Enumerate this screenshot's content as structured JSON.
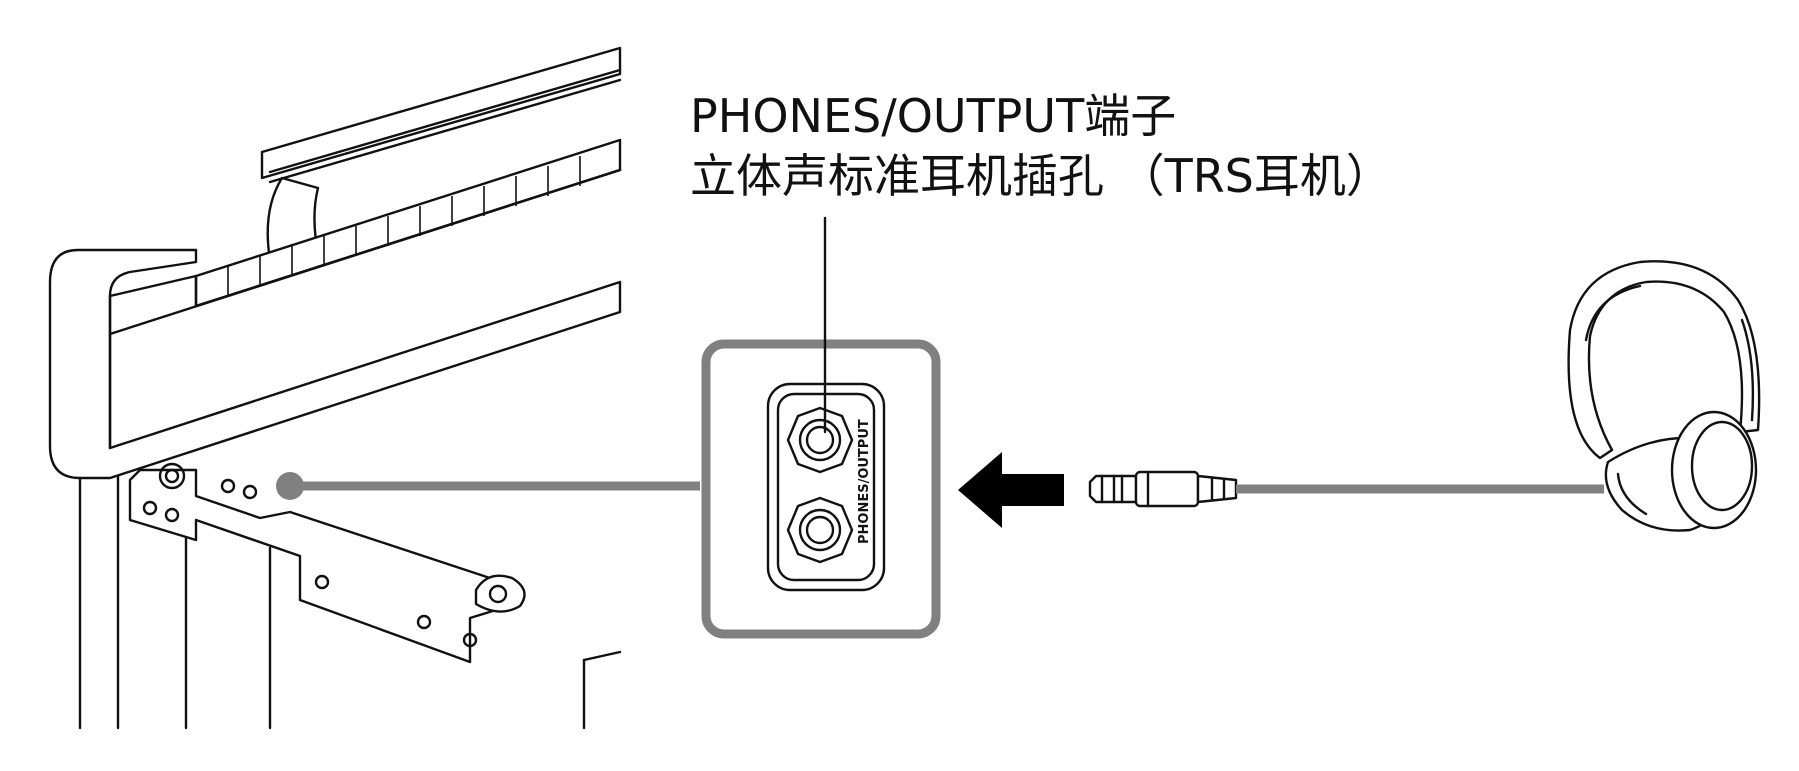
{
  "callout": {
    "line1": "PHONES/OUTPUT端子",
    "line2": "立体声标准耳机插孔 （TRS耳机）"
  },
  "panel": {
    "jack_label": "PHONES/OUTPUT"
  },
  "colors": {
    "ink": "#111111",
    "connector_grey": "#808080",
    "arrow": "#000000",
    "background": "#ffffff"
  },
  "icons": {
    "instrument": "piano-body-icon",
    "jack_panel": "jack-panel-icon",
    "insert_arrow": "arrow-left-icon",
    "plug": "stereo-plug-icon",
    "headphones": "headphones-icon"
  }
}
